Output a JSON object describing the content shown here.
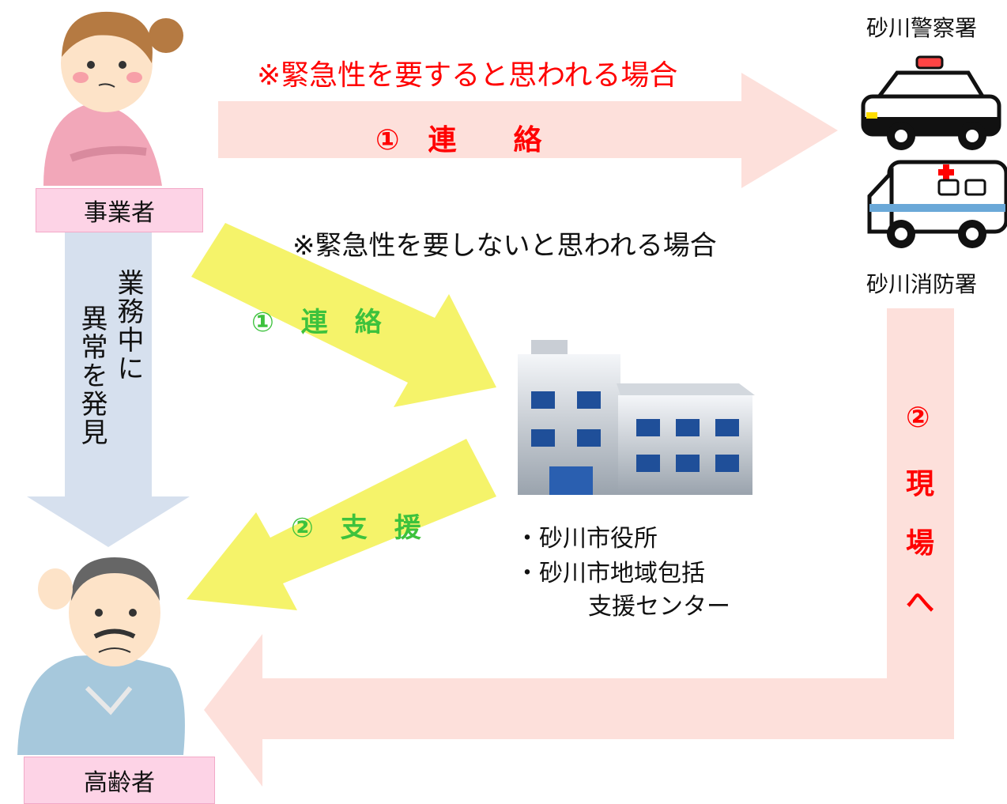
{
  "actors": {
    "business": "事業者",
    "elderly": "高齢者",
    "police": "砂川警察署",
    "fire": "砂川消防署"
  },
  "discovery": {
    "line1": "業務中に",
    "line2": "異常を発見"
  },
  "urgent": {
    "note": "※緊急性を要すると思われる場合",
    "contact": "①　連　　絡"
  },
  "non_urgent": {
    "note": "※緊急性を要しないと思われる場合",
    "contact": "①　連　絡",
    "support": "②　支　援"
  },
  "office": {
    "line1": "・砂川市役所",
    "line2": "・砂川市地域包括",
    "line3": "支援センター"
  },
  "to_scene": {
    "num": "②",
    "c1": "現",
    "c2": "場",
    "c3": "へ"
  },
  "colors": {
    "pink_arrow": "#fde0db",
    "yellow_arrow": "#f5f36a",
    "blue_arrow": "#d6e0ee",
    "label_bg": "#fdd3e6",
    "red_text": "#ff0000",
    "green_text": "#3dc23d"
  }
}
